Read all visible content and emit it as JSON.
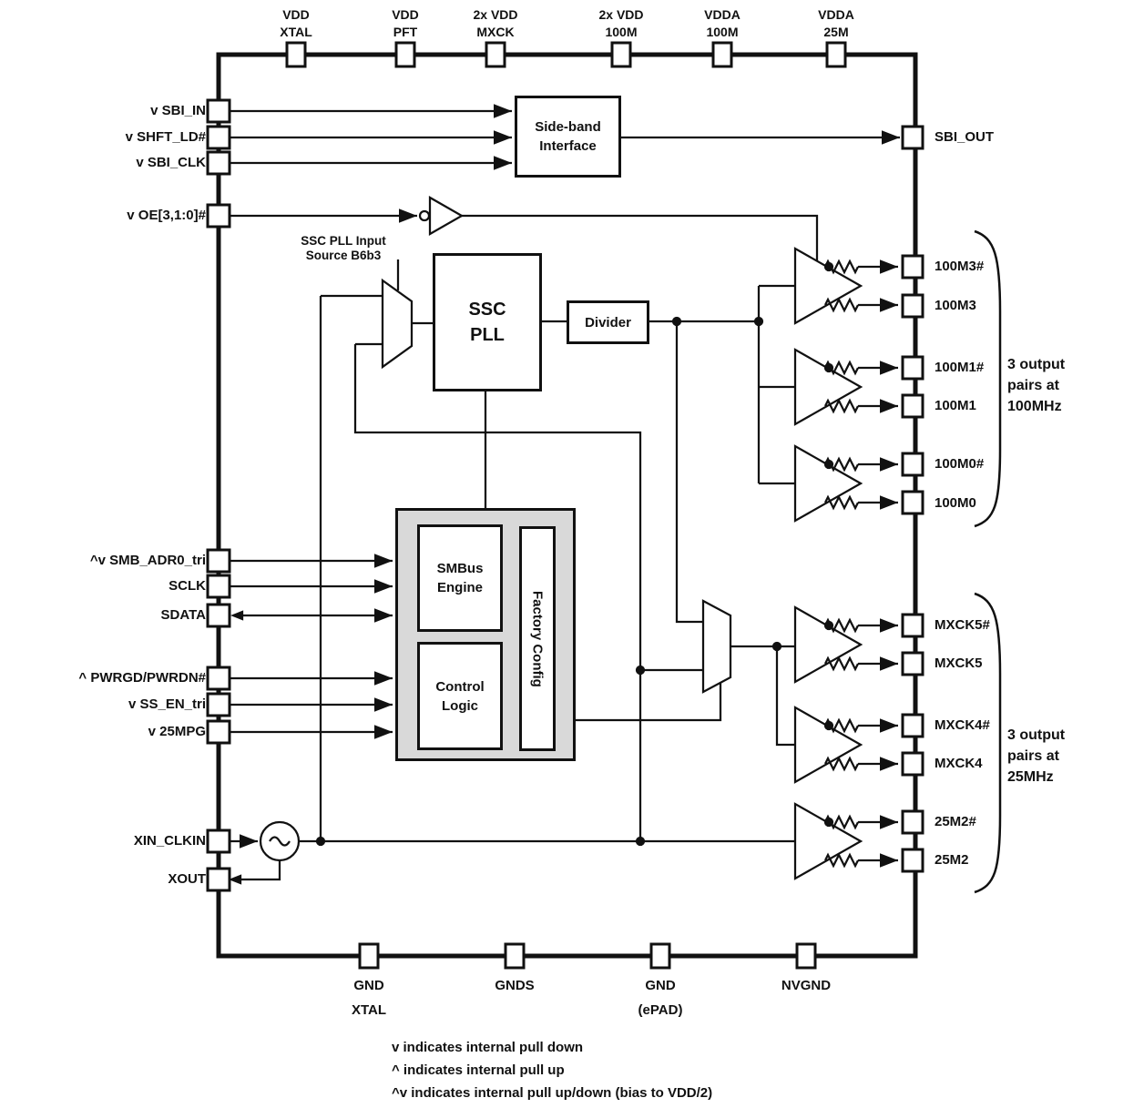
{
  "pins": {
    "top": [
      [
        "VDD",
        "XTAL"
      ],
      [
        "VDD",
        "PFT"
      ],
      [
        "2x VDD",
        "MXCK"
      ],
      [
        "2x VDD",
        "100M"
      ],
      [
        "VDDA",
        "100M"
      ],
      [
        "VDDA",
        "25M"
      ]
    ],
    "left": [
      "v SBI_IN",
      "v SHFT_LD#",
      "v SBI_CLK",
      "v OE[3,1:0]#",
      "^v SMB_ADR0_tri",
      "SCLK",
      "SDATA",
      "^ PWRGD/PWRDN#",
      "v SS_EN_tri",
      "v 25MPG",
      "XIN_CLKIN",
      "XOUT"
    ],
    "right": [
      "SBI_OUT",
      "100M3#",
      "100M3",
      "100M1#",
      "100M1",
      "100M0#",
      "100M0",
      "MXCK5#",
      "MXCK5",
      "MXCK4#",
      "MXCK4",
      "25M2#",
      "25M2"
    ],
    "bottom": [
      [
        "GND",
        "XTAL"
      ],
      [
        "GNDS",
        ""
      ],
      [
        "GND",
        "(ePAD)"
      ],
      [
        "NVGND",
        ""
      ]
    ]
  },
  "blocks": {
    "sideband": [
      "Side-band",
      "Interface"
    ],
    "ssc_pll": [
      "SSC",
      "PLL"
    ],
    "divider": "Divider",
    "smbus": [
      "SMBus",
      "Engine"
    ],
    "control": [
      "Control",
      "Logic"
    ],
    "factory": "Factory Config"
  },
  "mux_label": [
    "SSC PLL Input",
    "Source B6b3"
  ],
  "annotations": {
    "out_100m": [
      "3 output",
      "pairs at",
      "100MHz"
    ],
    "out_25m": [
      "3 output",
      "pairs at",
      "25MHz"
    ]
  },
  "legend": [
    "v indicates internal pull down",
    "^ indicates internal pull up",
    "^v indicates internal pull up/down (bias to VDD/2)"
  ],
  "colors": {
    "line": "#111111",
    "block_gray": "#d9d9d9",
    "background": "#ffffff"
  }
}
